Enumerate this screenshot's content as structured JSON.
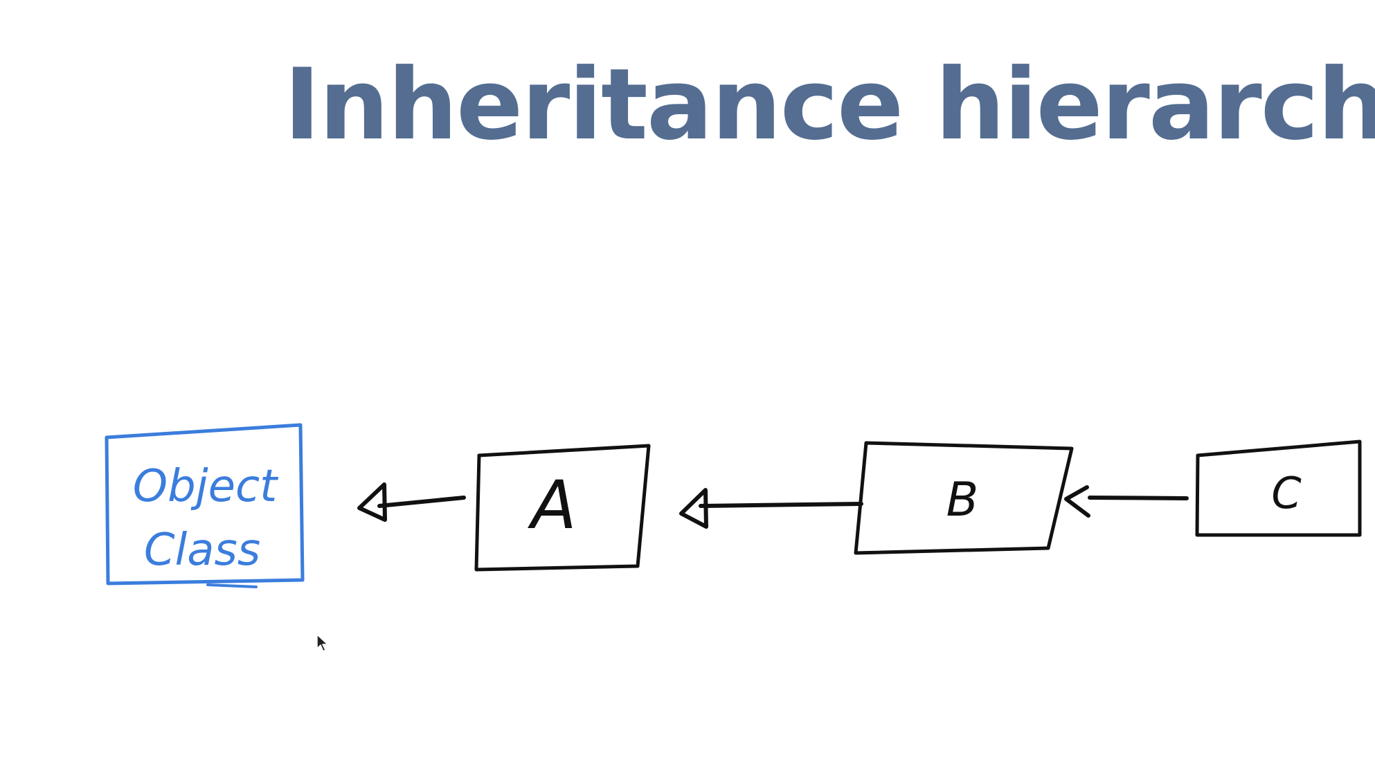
{
  "slide": {
    "title": "Inheritance hierarchy"
  },
  "diagram": {
    "nodes": [
      {
        "id": "object",
        "lines": [
          "Object",
          "Class"
        ],
        "color": "#3b7ddd"
      },
      {
        "id": "a",
        "lines": [
          "A"
        ],
        "color": "#111111"
      },
      {
        "id": "b",
        "lines": [
          "B"
        ],
        "color": "#111111"
      },
      {
        "id": "c",
        "lines": [
          "C"
        ],
        "color": "#111111"
      }
    ],
    "edges": [
      {
        "from": "a",
        "to": "object"
      },
      {
        "from": "b",
        "to": "a"
      },
      {
        "from": "c",
        "to": "b"
      }
    ]
  },
  "cursor": {
    "icon": "mouse-pointer-icon"
  }
}
